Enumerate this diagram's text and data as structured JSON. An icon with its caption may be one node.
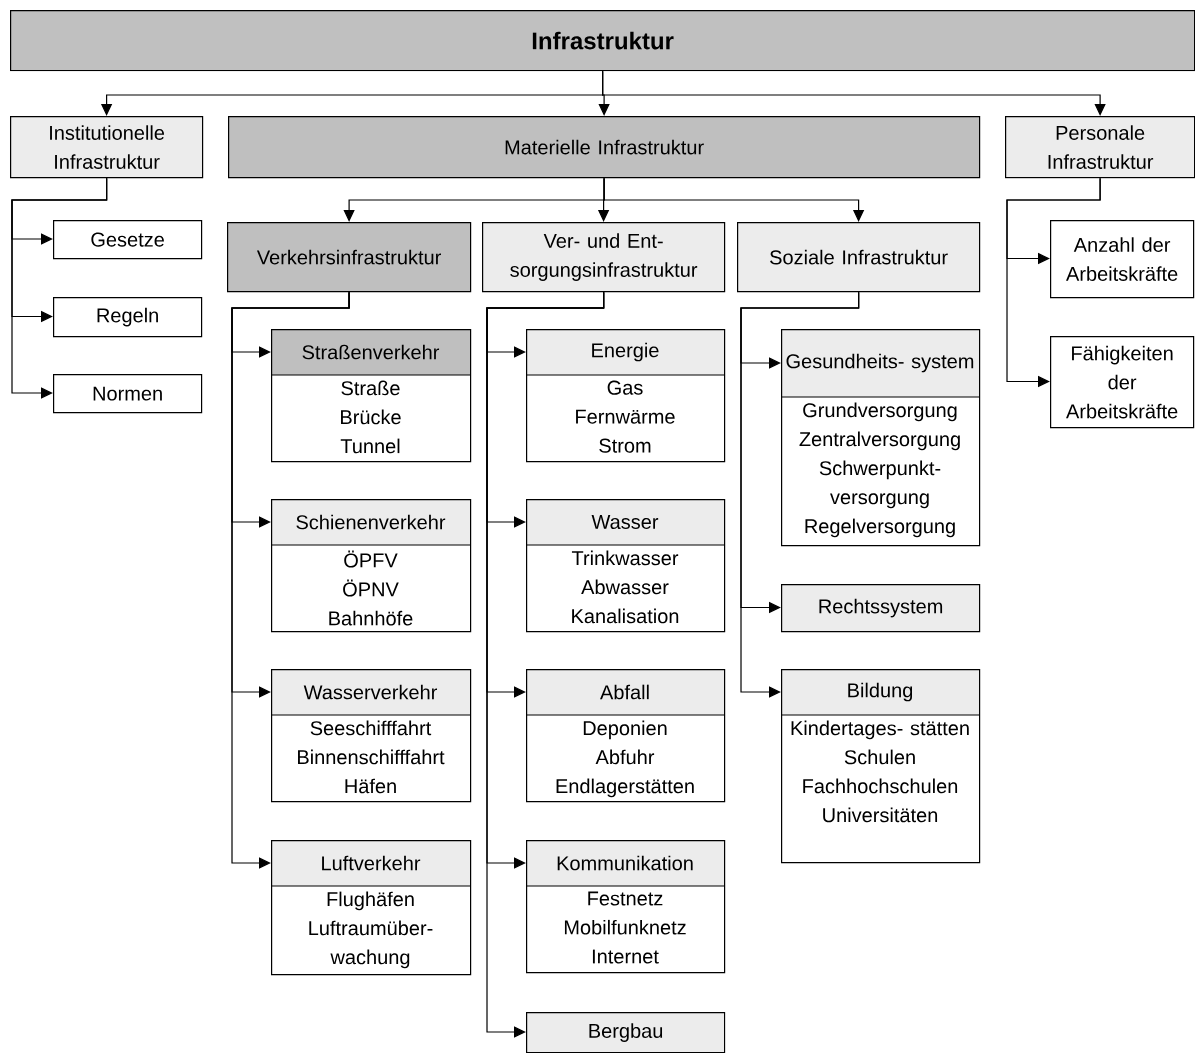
{
  "diagram": {
    "nodes": [
      {
        "text": [
          "Infrastruktur"
        ]
      },
      {
        "text": [
          "Institutionelle Infrastruktur"
        ]
      },
      {
        "text": [
          "Materielle Infrastruktur"
        ]
      },
      {
        "text": [
          "Personale Infrastruktur"
        ]
      },
      {
        "text": [
          "Gesetze"
        ]
      },
      {
        "text": [
          "Regeln"
        ]
      },
      {
        "text": [
          "Normen"
        ]
      },
      {
        "text": [
          "Verkehrsinfrastruktur"
        ]
      },
      {
        "text": [
          "Ver- und Ent- sorgungsinfrastruktur"
        ]
      },
      {
        "text": [
          "Soziale Infrastruktur"
        ]
      },
      {
        "text": [
          "Straßenverkehr",
          "Straße",
          "Brücke",
          "Tunnel"
        ]
      },
      {
        "text": [
          "Schienenverkehr",
          "ÖPFV",
          "ÖPNV",
          "Bahnhöfe"
        ]
      },
      {
        "text": [
          "Wasserverkehr",
          "Seeschifffahrt",
          "Binnenschifffahrt",
          "Häfen"
        ]
      },
      {
        "text": [
          "Luftverkehr",
          "Flughäfen",
          "Luftraumüber- wachung"
        ]
      },
      {
        "text": [
          "Energie",
          "Gas",
          "Fernwärme",
          "Strom"
        ]
      },
      {
        "text": [
          "Wasser",
          "Trinkwasser",
          "Abwasser",
          "Kanalisation"
        ]
      },
      {
        "text": [
          "Abfall",
          "Deponien",
          "Abfuhr",
          "Endlagerstätten"
        ]
      },
      {
        "text": [
          "Kommunikation",
          "Festnetz",
          "Mobilfunknetz",
          "Internet"
        ]
      },
      {
        "text": [
          "Bergbau"
        ]
      },
      {
        "text": [
          "Gesundheits- system",
          "Grundversorgung",
          "Zentralversorgung",
          "Schwerpunkt- versorgung",
          "Regelversorgung"
        ]
      },
      {
        "text": [
          "Rechtssystem"
        ]
      },
      {
        "text": [
          "Bildung",
          "Kindertages- stätten",
          "Schulen",
          "Fachhochschulen",
          "Universitäten"
        ]
      },
      {
        "text": [
          "Anzahl der Arbeitskräfte"
        ]
      },
      {
        "text": [
          "Fähigkeiten der Arbeitskräfte"
        ]
      }
    ],
    "edges": [
      {
        "from": 0,
        "to": 1,
        "arrow": "to"
      },
      {
        "from": 0,
        "to": 2,
        "arrow": "to"
      },
      {
        "from": 0,
        "to": 3,
        "arrow": "to"
      },
      {
        "from": 1,
        "to": 4,
        "arrow": "to"
      },
      {
        "from": 1,
        "to": 5,
        "arrow": "to"
      },
      {
        "from": 1,
        "to": 6,
        "arrow": "to"
      },
      {
        "from": 2,
        "to": 7,
        "arrow": "to"
      },
      {
        "from": 2,
        "to": 8,
        "arrow": "to"
      },
      {
        "from": 2,
        "to": 9,
        "arrow": "to"
      },
      {
        "from": 3,
        "to": 22,
        "arrow": "to"
      },
      {
        "from": 3,
        "to": 23,
        "arrow": "to"
      },
      {
        "from": 7,
        "to": 10,
        "arrow": "to"
      },
      {
        "from": 7,
        "to": 11,
        "arrow": "to"
      },
      {
        "from": 7,
        "to": 12,
        "arrow": "to"
      },
      {
        "from": 7,
        "to": 13,
        "arrow": "to"
      },
      {
        "from": 8,
        "to": 14,
        "arrow": "to"
      },
      {
        "from": 8,
        "to": 15,
        "arrow": "to"
      },
      {
        "from": 8,
        "to": 16,
        "arrow": "to"
      },
      {
        "from": 8,
        "to": 17,
        "arrow": "to"
      },
      {
        "from": 8,
        "to": 18,
        "arrow": "to"
      },
      {
        "from": 9,
        "to": 19,
        "arrow": "to"
      },
      {
        "from": 9,
        "to": 20,
        "arrow": "to"
      },
      {
        "from": 9,
        "to": 21,
        "arrow": "to"
      }
    ]
  }
}
